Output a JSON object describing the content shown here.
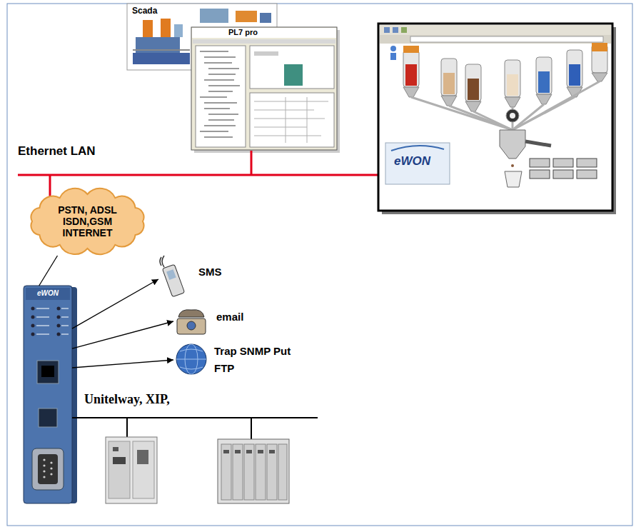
{
  "diagram": {
    "nodes": [
      {
        "text": [
          "Scada"
        ]
      },
      {
        "text": [
          "PL7 pro"
        ]
      },
      {
        "text": [
          "PSTN, ADSL ISDN,GSM INTERNET"
        ]
      },
      {
        "text": [
          "eWON"
        ]
      },
      {
        "text": [
          "SMS"
        ]
      },
      {
        "text": [
          "email"
        ]
      },
      {
        "text": [
          "Trap SNMP Put FTP"
        ]
      }
    ],
    "edges": [
      {
        "from": 2,
        "to": 3,
        "arrow": "none"
      },
      {
        "from": 3,
        "to": 4,
        "arrow": "to"
      },
      {
        "from": 3,
        "to": 5,
        "arrow": "to"
      },
      {
        "from": 3,
        "to": 6,
        "arrow": "to"
      }
    ],
    "labels": [
      "Ethernet LAN",
      "Unitelway, XIP,",
      "eWON"
    ]
  }
}
